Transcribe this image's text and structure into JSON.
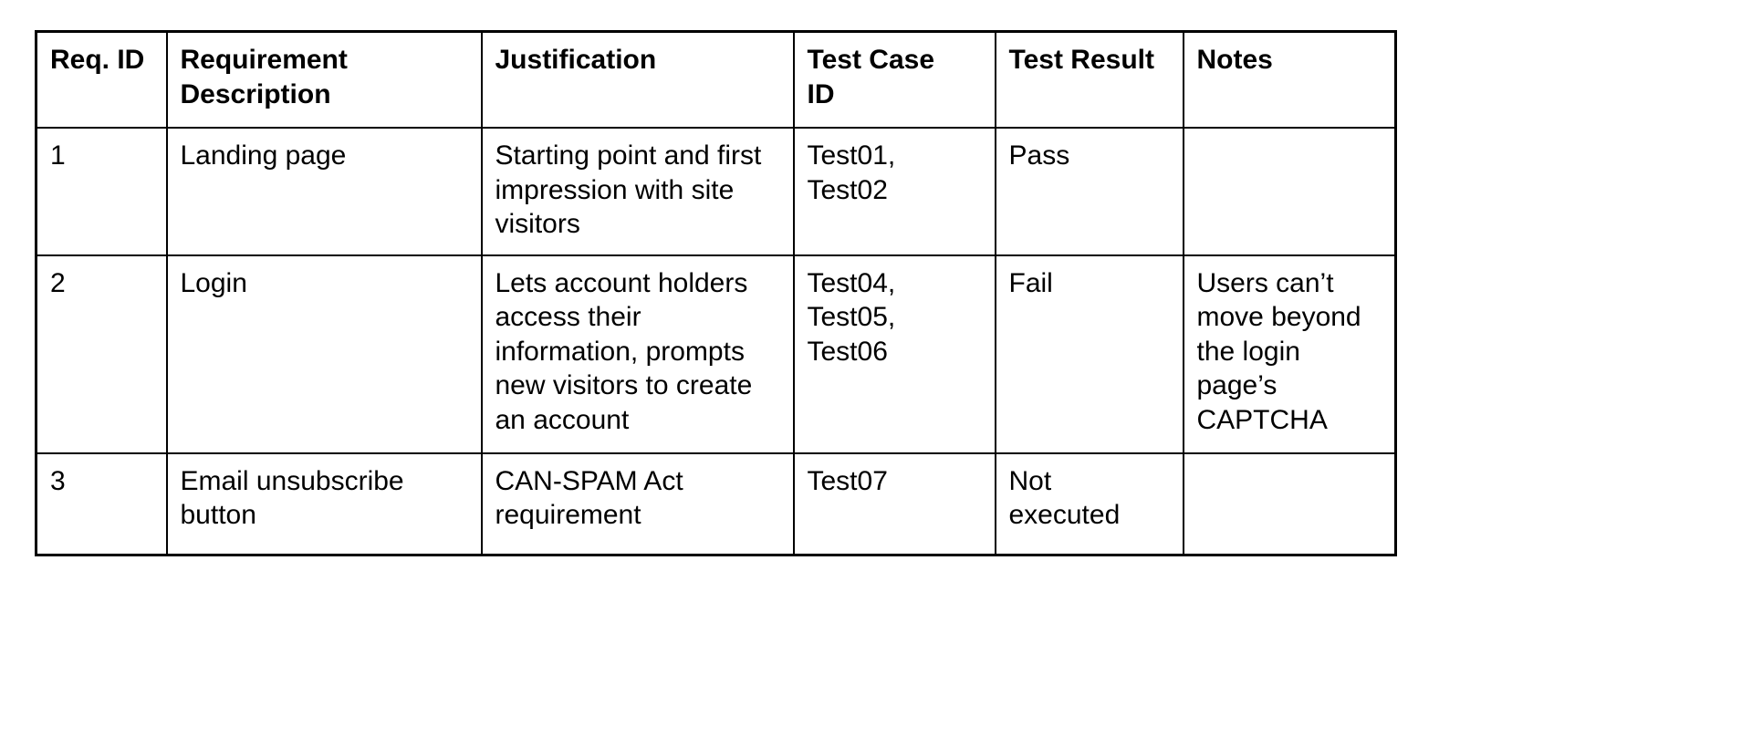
{
  "document": {
    "type": "requirements-traceability-matrix-table",
    "background_color": "#ffffff",
    "text_color": "#000000",
    "border_color": "#000000"
  },
  "table": {
    "columns": [
      {
        "key": "req_id",
        "label": "Req. ID"
      },
      {
        "key": "description",
        "label": "Requirement\nDescription"
      },
      {
        "key": "justification",
        "label": "Justification"
      },
      {
        "key": "test_case_id",
        "label": "Test Case\nID"
      },
      {
        "key": "test_result",
        "label": "Test Result"
      },
      {
        "key": "notes",
        "label": "Notes"
      }
    ],
    "rows": [
      {
        "req_id": "1",
        "description": "Landing page",
        "justification": "Starting point and first impression with site visitors",
        "test_case_id": "Test01,\nTest02",
        "test_result": "Pass",
        "notes": ""
      },
      {
        "req_id": "2",
        "description": "Login",
        "justification": "Lets account holders access their information, prompts new visitors to create an account",
        "test_case_id": "Test04,\nTest05,\nTest06",
        "test_result": "Fail",
        "notes": "Users can’t move beyond the login page’s CAPTCHA"
      },
      {
        "req_id": "3",
        "description": "Email unsubscribe button",
        "justification": "CAN-SPAM Act requirement",
        "test_case_id": "Test07",
        "test_result": "Not executed",
        "notes": ""
      }
    ]
  }
}
